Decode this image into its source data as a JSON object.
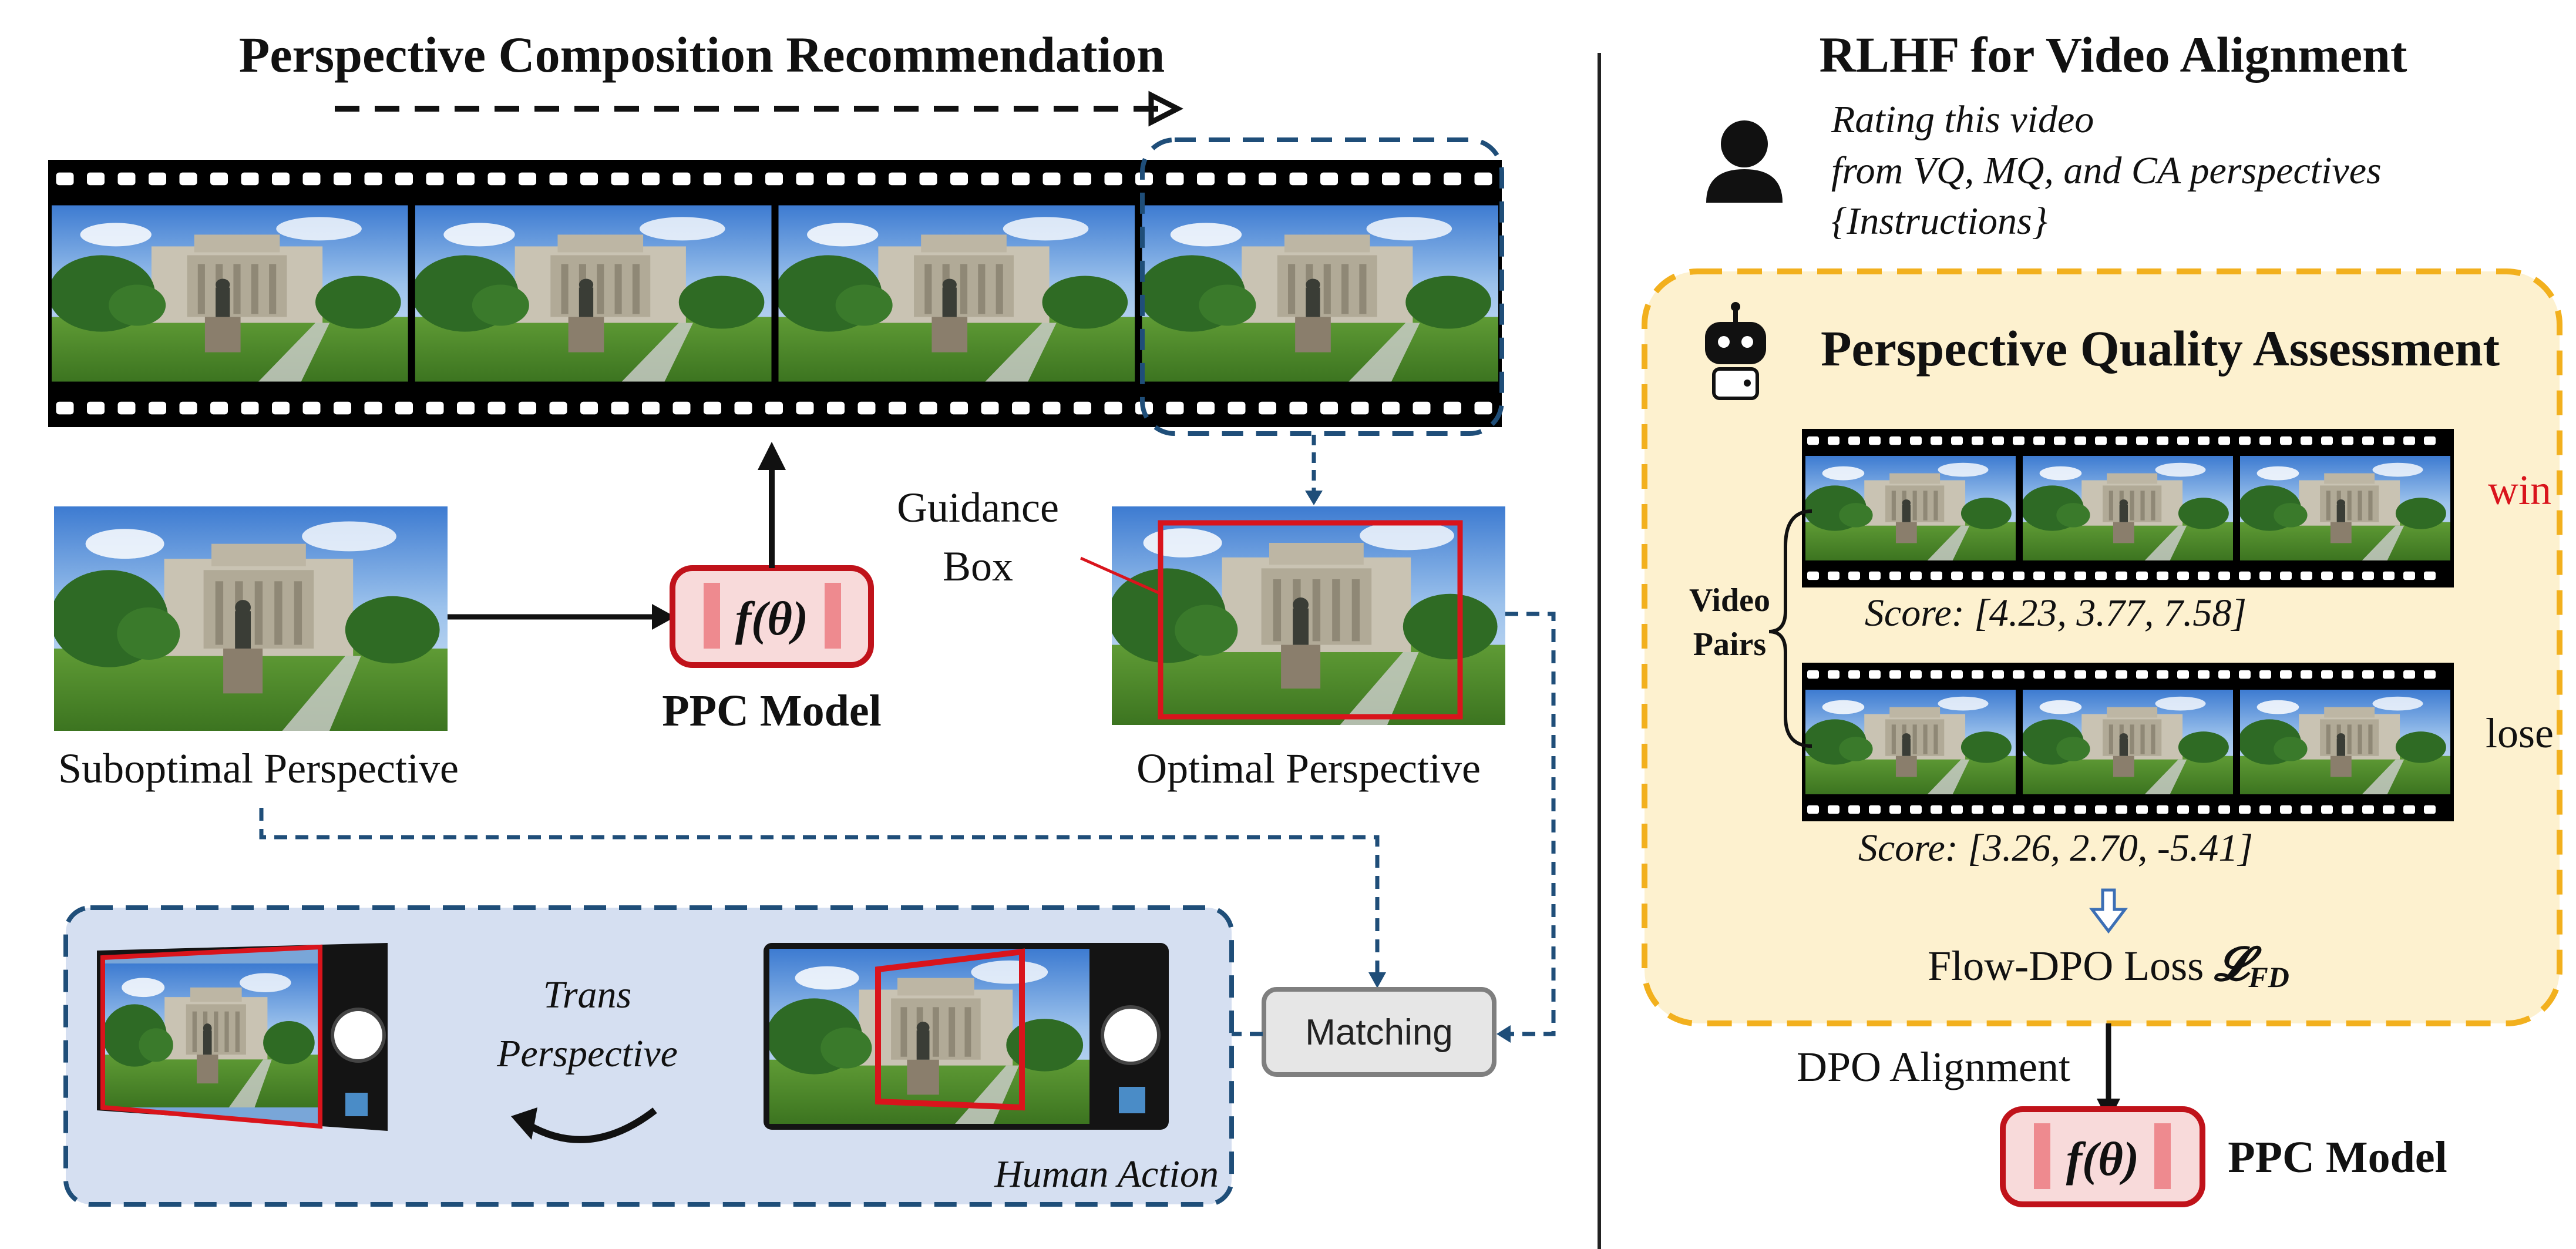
{
  "left": {
    "title": "Perspective Composition Recommendation",
    "suboptimal_label": "Suboptimal Perspective",
    "optimal_label": "Optimal Perspective",
    "guidance_label_line1": "Guidance",
    "guidance_label_line2": "Box",
    "ppc_model_label": "PPC Model",
    "model_symbol": "f(θ)",
    "matching_label": "Matching",
    "trans_line1": "Trans",
    "trans_line2": "Perspective",
    "human_action_label": "Human Action"
  },
  "right": {
    "title": "RLHF for Video Alignment",
    "instruction_line1": "Rating this video",
    "instruction_line2": "from VQ, MQ, and CA perspectives",
    "instruction_line3": "{Instructions}",
    "assessment_title": "Perspective Quality Assessment",
    "video_pairs_line1": "Video",
    "video_pairs_line2": "Pairs",
    "win_label": "win",
    "lose_label": "lose",
    "win_score": "Score: [4.23, 3.77, 7.58]",
    "lose_score": "Score: [3.26, 2.70, -5.41]",
    "loss_label": "Flow-DPO Loss ",
    "loss_symbol": "𝓛",
    "loss_subscript": "FD",
    "dpo_label": "DPO Alignment",
    "ppc_model_label": "PPC Model",
    "model_symbol": "f(θ)"
  },
  "colors": {
    "dash_blue": "#1f4e79",
    "red": "#d9141c",
    "pink_fill": "#f8dada",
    "model_bar": "#ee8a8f",
    "orange_dash": "#f2b01e",
    "yellow_fill": "#fdf1cf",
    "action_fill": "#d5dff1",
    "matching_fill": "#e6e6e6"
  }
}
